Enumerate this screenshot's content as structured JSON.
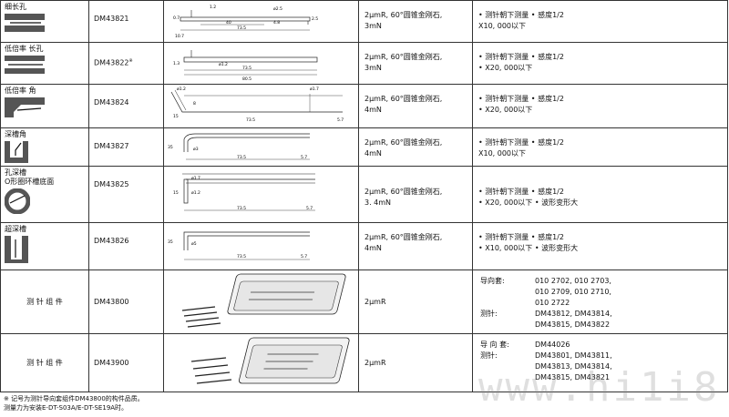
{
  "rows": [
    {
      "category": "细长孔",
      "model": "DM43821",
      "model_sup": "",
      "tip": "2μmR, 60°圆锥金刚石,\n3mN",
      "notes": [
        "• 测针朝下测量 • 感度1/2",
        "  X10, 000以下"
      ],
      "dims": [
        "1.2",
        "40",
        "73.5",
        "0.7",
        "4.8",
        "10.7",
        "2.5",
        "ø2.5"
      ]
    },
    {
      "category": "低倍率 长孔",
      "model": "DM43822",
      "model_sup": "※",
      "tip": "2μmR, 60°圆锥金刚石,\n3mN",
      "notes": [
        "• 测针朝下测量 • 感度1/2",
        "• X20, 000以下"
      ],
      "dims": [
        "1.3",
        "ø1.2",
        "73.5",
        "80.5"
      ]
    },
    {
      "category": "低倍率 角",
      "model": "DM43824",
      "model_sup": "",
      "tip": "2μmR, 60°圆锥金刚石,\n4mN",
      "notes": [
        "• 测针朝下测量 • 感度1/2",
        "• X20, 000以下"
      ],
      "dims": [
        "ø1.2",
        "ø1.7",
        "15",
        "8",
        "73.5",
        "5.7"
      ]
    },
    {
      "category": "深槽角",
      "model": "DM43827",
      "model_sup": "",
      "tip": "2μmR, 60°圆锥金刚石,\n4mN",
      "notes": [
        "• 测针朝下测量 • 感度1/2",
        "  X10, 000以下"
      ],
      "dims": [
        "35",
        "ø3",
        "73.5",
        "5.7"
      ]
    },
    {
      "category": "孔深槽\nO形圈环槽底面",
      "model": "DM43825",
      "model_sup": "",
      "tip": "2μmR, 60°圆锥金刚石,\n3. 4mN",
      "notes": [
        "• 测针朝下测量 • 感度1/2",
        "• X20, 000以下 • 波形变形大"
      ],
      "dims": [
        "ø1.7",
        "15",
        "ø1.2",
        "73.5",
        "5.7"
      ]
    },
    {
      "category": "超深槽",
      "model": "DM43826",
      "model_sup": "",
      "tip": "2μmR, 60°圆锥金刚石,\n4mN",
      "notes": [
        "• 测针朝下测量 • 感度1/2",
        "• X10, 000以下 • 波形变形大"
      ],
      "dims": [
        "35",
        "ø5",
        "73.5",
        "5.7"
      ]
    }
  ],
  "kits": [
    {
      "category": "测 针 组 件",
      "model": "DM43800",
      "tip": "2μmR",
      "entries": [
        {
          "key": "导向套:",
          "value": "010 2702, 010 2703,\n010 2709, 010 2710,\n010 2722"
        },
        {
          "key": "测针:",
          "value": "DM43812, DM43814,\nDM43815, DM43822"
        }
      ]
    },
    {
      "category": "测 针 组 件",
      "model": "DM43900",
      "tip": "2μmR",
      "entries": [
        {
          "key": "导 向 套:",
          "value": "DM44026"
        },
        {
          "key": "测针:",
          "value": "DM43801, DM43811,\nDM43813, DM43814,\nDM43815, DM43821"
        }
      ]
    }
  ],
  "footnote": [
    "※ 记号为测针导向套组件DM43800的构件品质。",
    "  测量力为安装E-DT-S03A/E-DT-SE19A时。"
  ],
  "watermark": "www.hi1i8.com",
  "colors": {
    "line": "#333333",
    "fill": "#555555",
    "watermark": "#8c8c8c"
  }
}
